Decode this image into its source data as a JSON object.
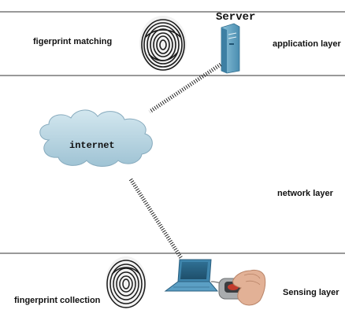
{
  "diagram": {
    "application_layer": {
      "label": "application layer",
      "server_label": "Server",
      "process_label": "figerprint matching"
    },
    "network_layer": {
      "label": "network layer",
      "cloud_label": "internet"
    },
    "sensing_layer": {
      "label": "Sensing layer",
      "process_label": "fingerprint collection"
    },
    "colors": {
      "layer_line": "#333333",
      "cloud_fill": "#b9d6e3",
      "server_body": "#6aa8c4",
      "laptop_body": "#4f93b8",
      "link": "#222222"
    }
  }
}
